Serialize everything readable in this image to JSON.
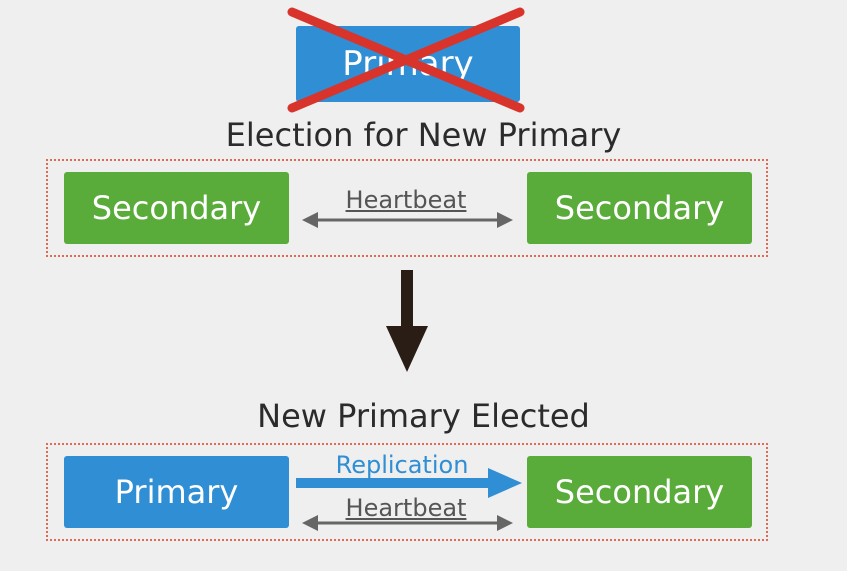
{
  "failed_node": {
    "label": "Primary"
  },
  "election_title": "Election for New Primary",
  "election_group": {
    "left_node": "Secondary",
    "right_node": "Secondary",
    "link_label": "Heartbeat"
  },
  "result_title": "New Primary Elected",
  "result_group": {
    "left_node": "Primary",
    "right_node": "Secondary",
    "replication_label": "Replication",
    "heartbeat_label": "Heartbeat"
  },
  "colors": {
    "primary": "#2f8ed4",
    "secondary": "#5aac3a",
    "failure_cross": "#d8342b",
    "group_border": "#e06b55",
    "arrow_dark": "#2a1d15",
    "heartbeat_arrow": "#666666"
  }
}
